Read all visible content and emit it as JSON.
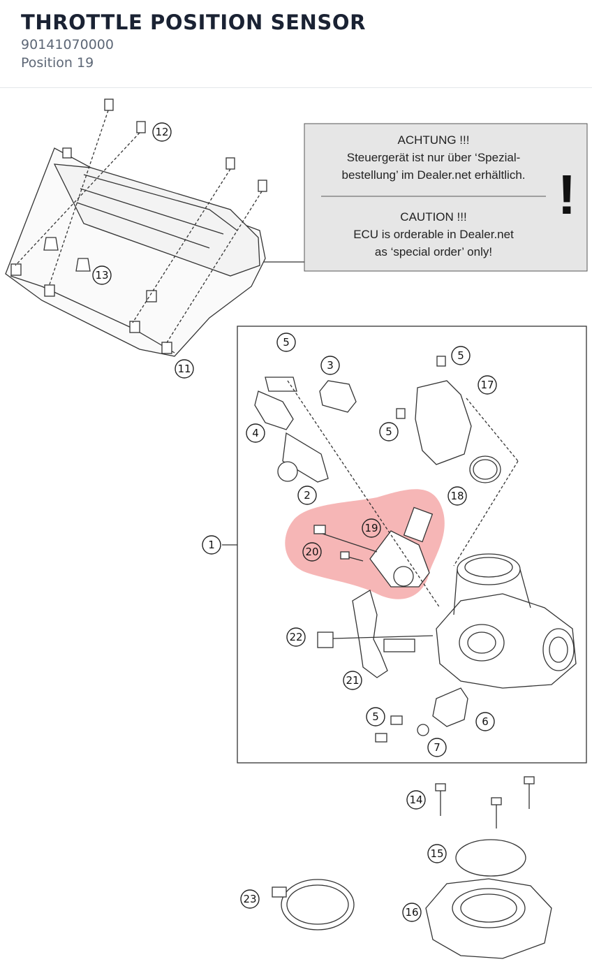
{
  "header": {
    "title": "THROTTLE POSITION SENSOR",
    "part_number": "90141070000",
    "position": "Position 19"
  },
  "notice": {
    "de_heading": "ACHTUNG !!!",
    "de_line1": "Steuergerät ist nur über ‘Spezial-",
    "de_line2": "bestellung’ im Dealer.net erhältlich.",
    "en_heading": "CAUTION !!!",
    "en_line1": "ECU is orderable in Dealer.net",
    "en_line2": "as ‘special order’ only!",
    "mark": "!"
  },
  "callouts": {
    "c1": "1",
    "c2": "2",
    "c3": "3",
    "c4": "4",
    "c5a": "5",
    "c5b": "5",
    "c5c": "5",
    "c5d": "5",
    "c6": "6",
    "c7": "7",
    "c11": "11",
    "c12": "12",
    "c13": "13",
    "c14": "14",
    "c15": "15",
    "c16": "16",
    "c17": "17",
    "c18": "18",
    "c19": "19",
    "c20": "20",
    "c21": "21",
    "c22": "22",
    "c23": "23"
  },
  "colors": {
    "highlight": "#f4a4a4",
    "line": "#333333",
    "notice_bg": "#e6e6e6"
  }
}
